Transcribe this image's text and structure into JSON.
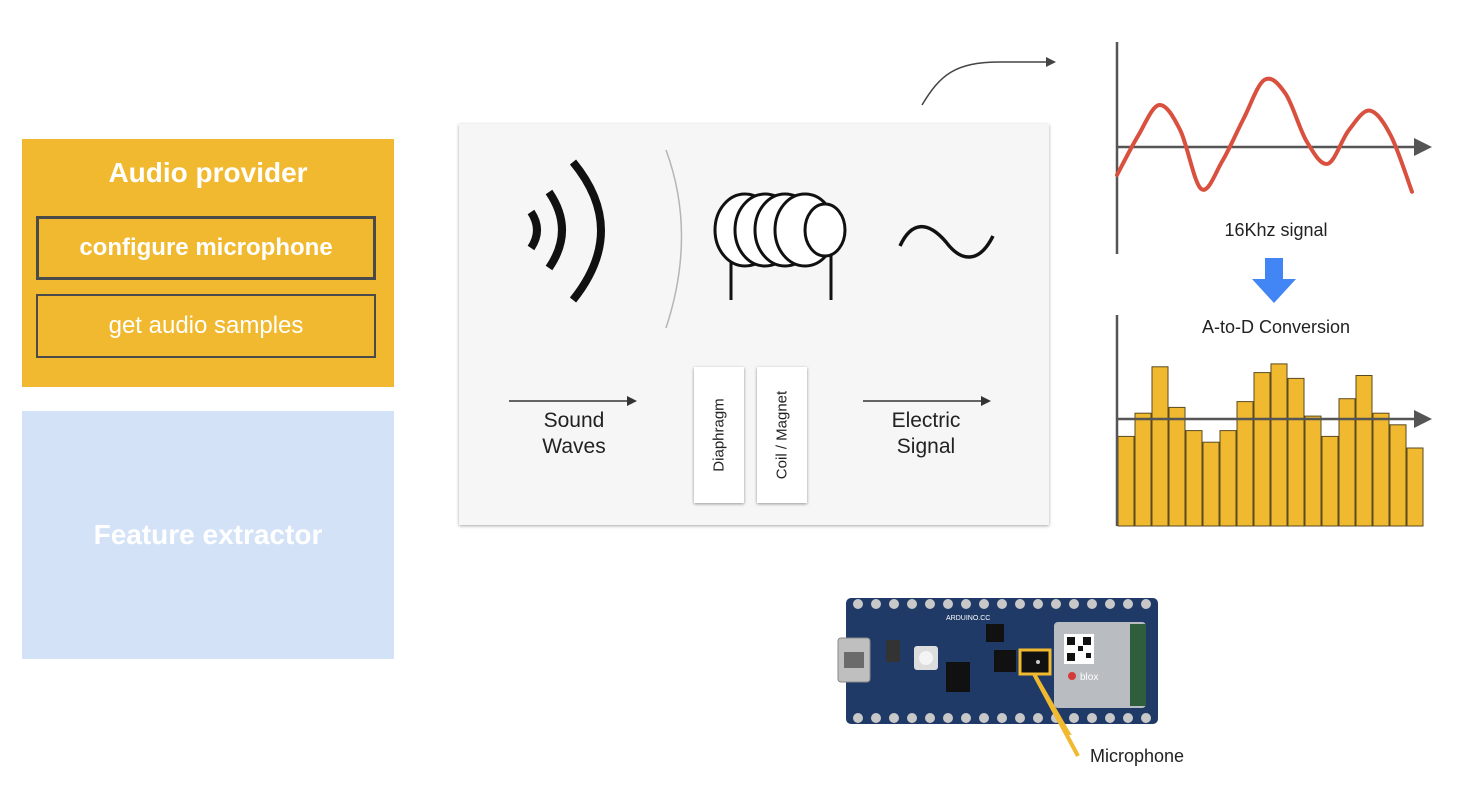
{
  "pipeline": {
    "audio_provider": {
      "title": "Audio provider",
      "items": [
        "configure microphone",
        "get audio samples"
      ]
    },
    "feature_extractor": {
      "title": "Feature extractor"
    }
  },
  "microphone_card": {
    "sound_waves_label": "Sound\nWaves",
    "diaphragm_label": "Diaphragm",
    "coil_magnet_label": "Coil / Magnet",
    "electric_signal_label": "Electric\nSignal"
  },
  "signal_panel": {
    "signal_label": "16Khz signal",
    "conversion_label": "A-to-D Conversion",
    "wave_color": "#d9503f",
    "bar_color": "#f0b92f",
    "arrow_color": "#4285f4"
  },
  "board": {
    "board_text": "ARDUINO.CC",
    "module_brand": "blox",
    "microphone_label": "Microphone",
    "highlight_color": "#f0b92f"
  },
  "chart_data": [
    {
      "type": "line",
      "title": "16Khz signal",
      "xlabel": "",
      "ylabel": "",
      "series": [
        {
          "values": [
            -0.5,
            0.2,
            0.75,
            0.3,
            -0.75,
            -0.25,
            0.5,
            1.2,
            0.95,
            0.1,
            -0.3,
            0.3,
            0.65,
            0.2,
            -0.8
          ]
        }
      ]
    },
    {
      "type": "bar",
      "title": "A-to-D Conversion",
      "xlabel": "",
      "ylabel": "",
      "values": [
        -0.3,
        0.1,
        0.9,
        0.2,
        -0.2,
        -0.4,
        -0.2,
        0.3,
        0.8,
        0.95,
        0.7,
        0.05,
        -0.3,
        0.35,
        0.75,
        0.1,
        -0.1,
        -0.5
      ]
    }
  ]
}
